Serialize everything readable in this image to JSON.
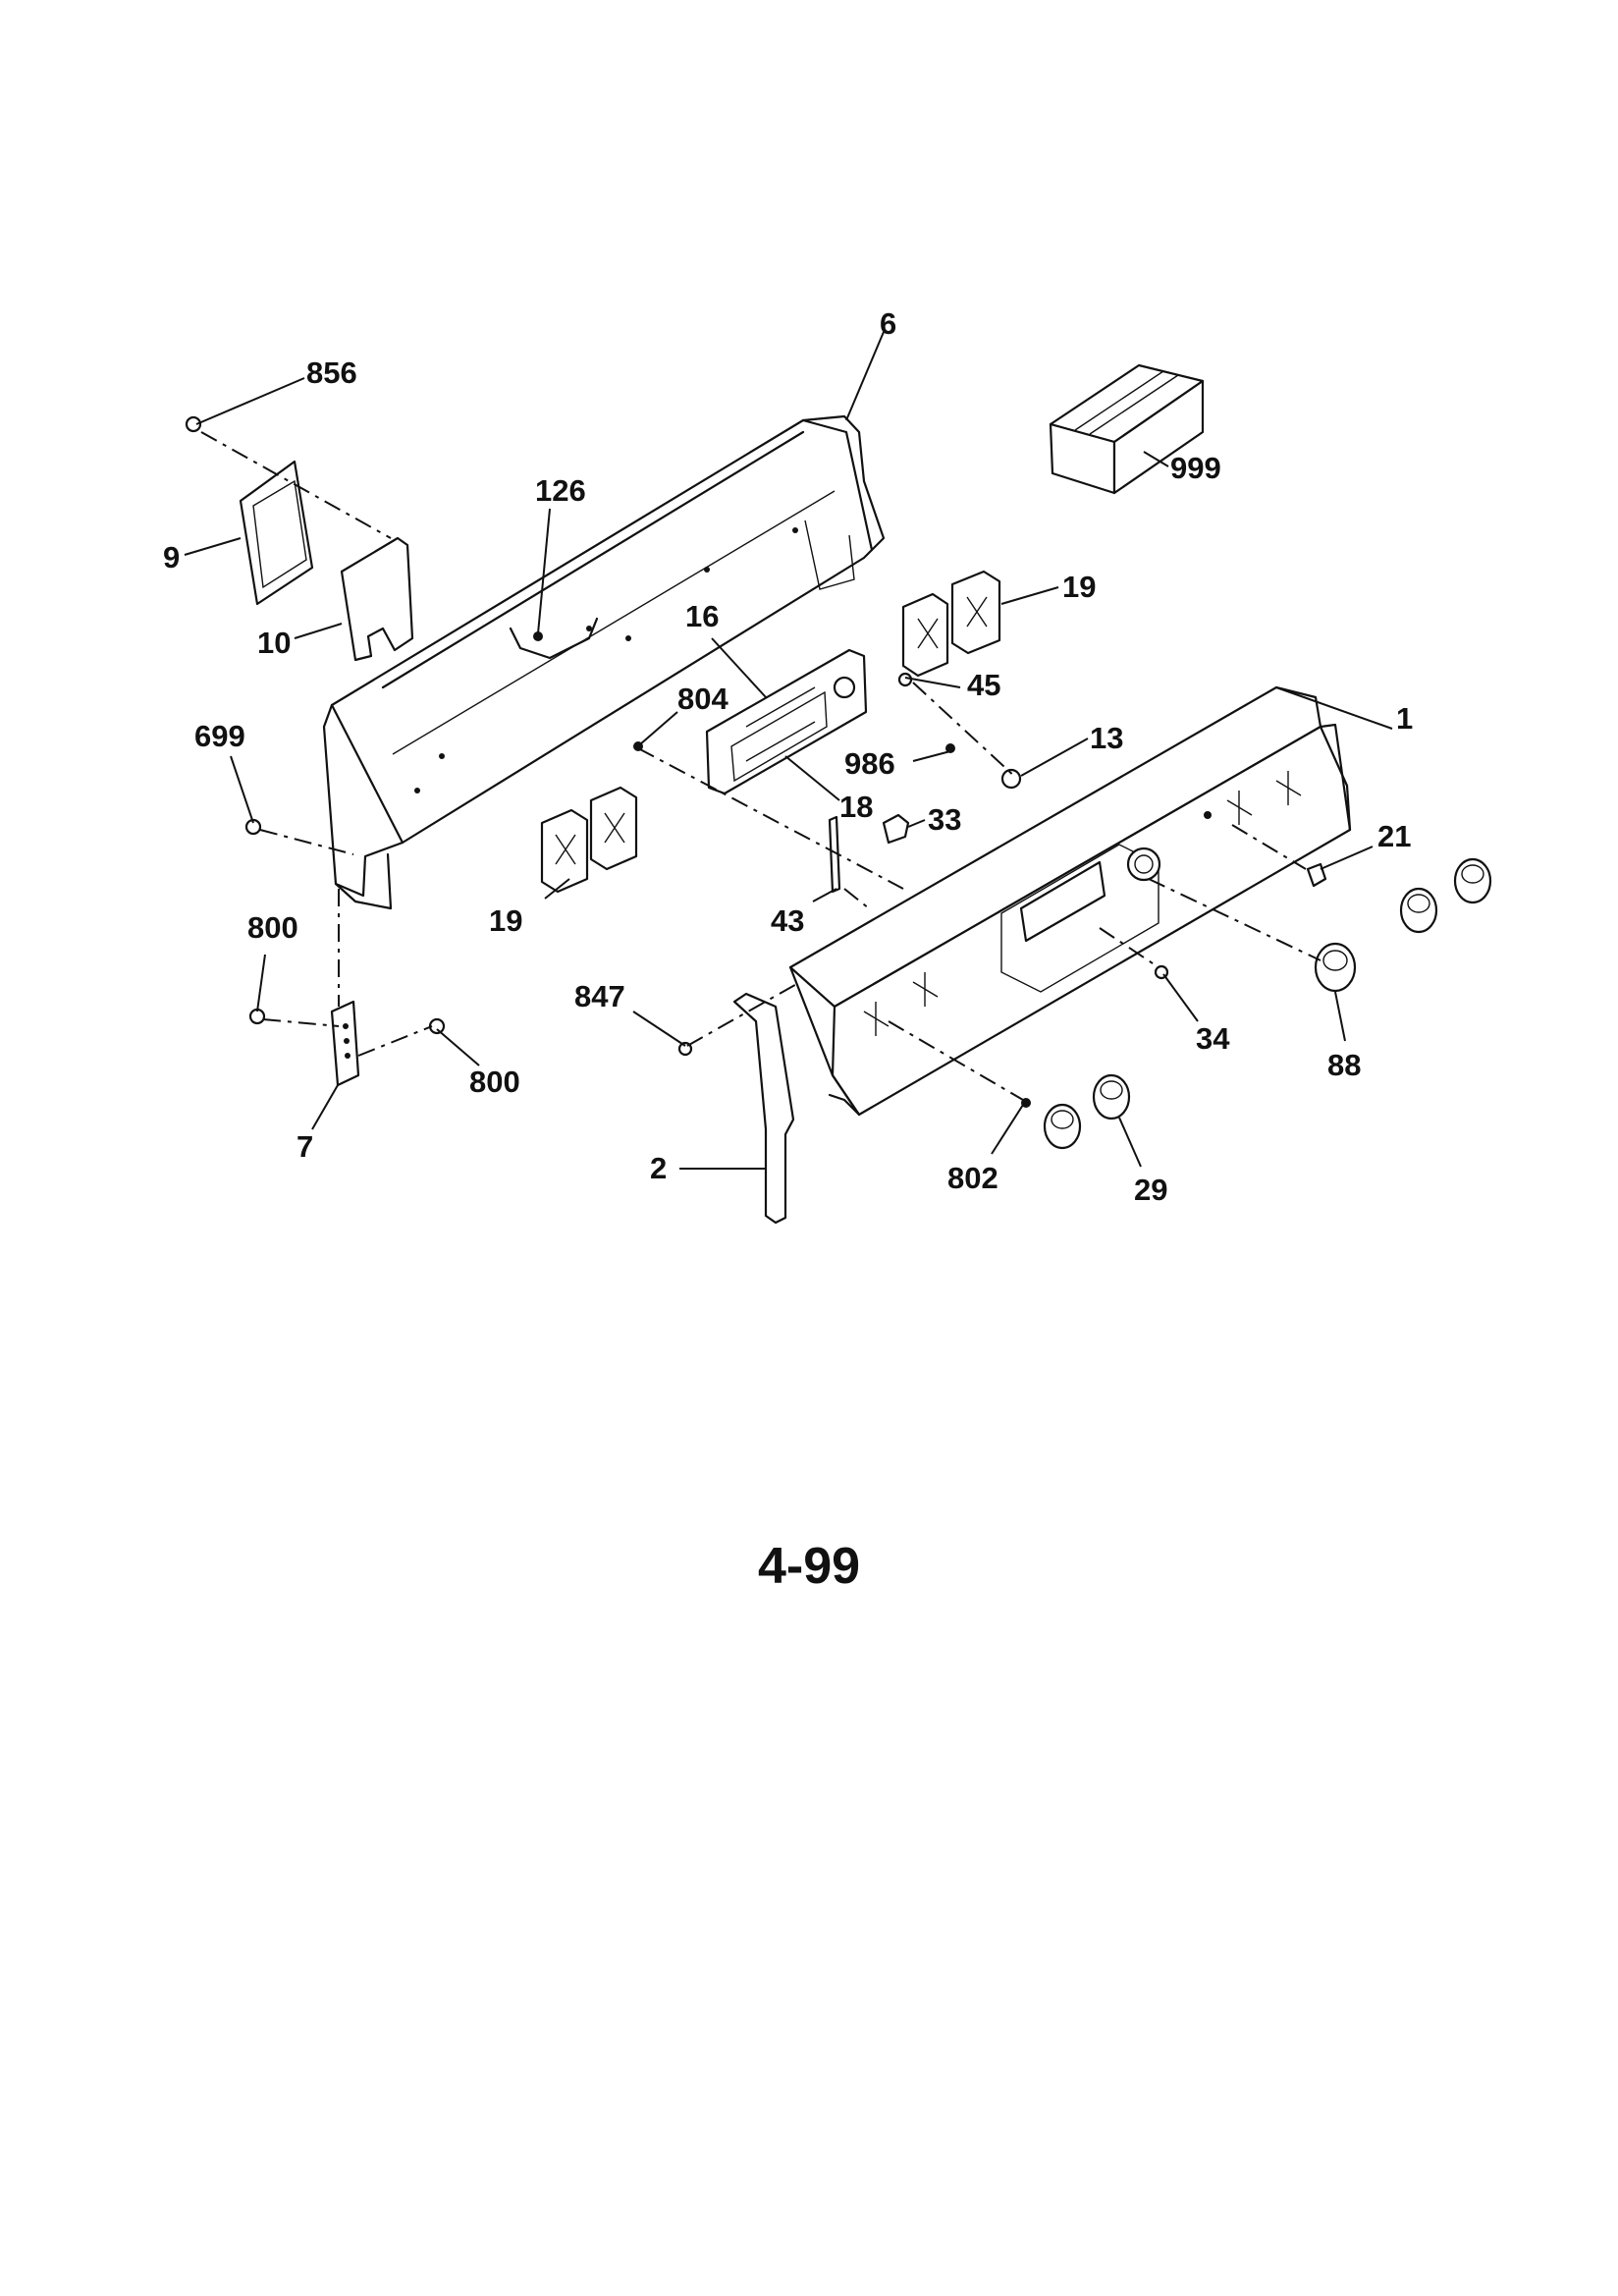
{
  "diagram": {
    "labels": [
      "856",
      "6",
      "999",
      "126",
      "9",
      "10",
      "19",
      "16",
      "45",
      "804",
      "699",
      "13",
      "986",
      "1",
      "18",
      "33",
      "21",
      "19",
      "43",
      "800",
      "847",
      "34",
      "88",
      "800",
      "7",
      "2",
      "802",
      "29"
    ],
    "page_number": "4-99"
  }
}
